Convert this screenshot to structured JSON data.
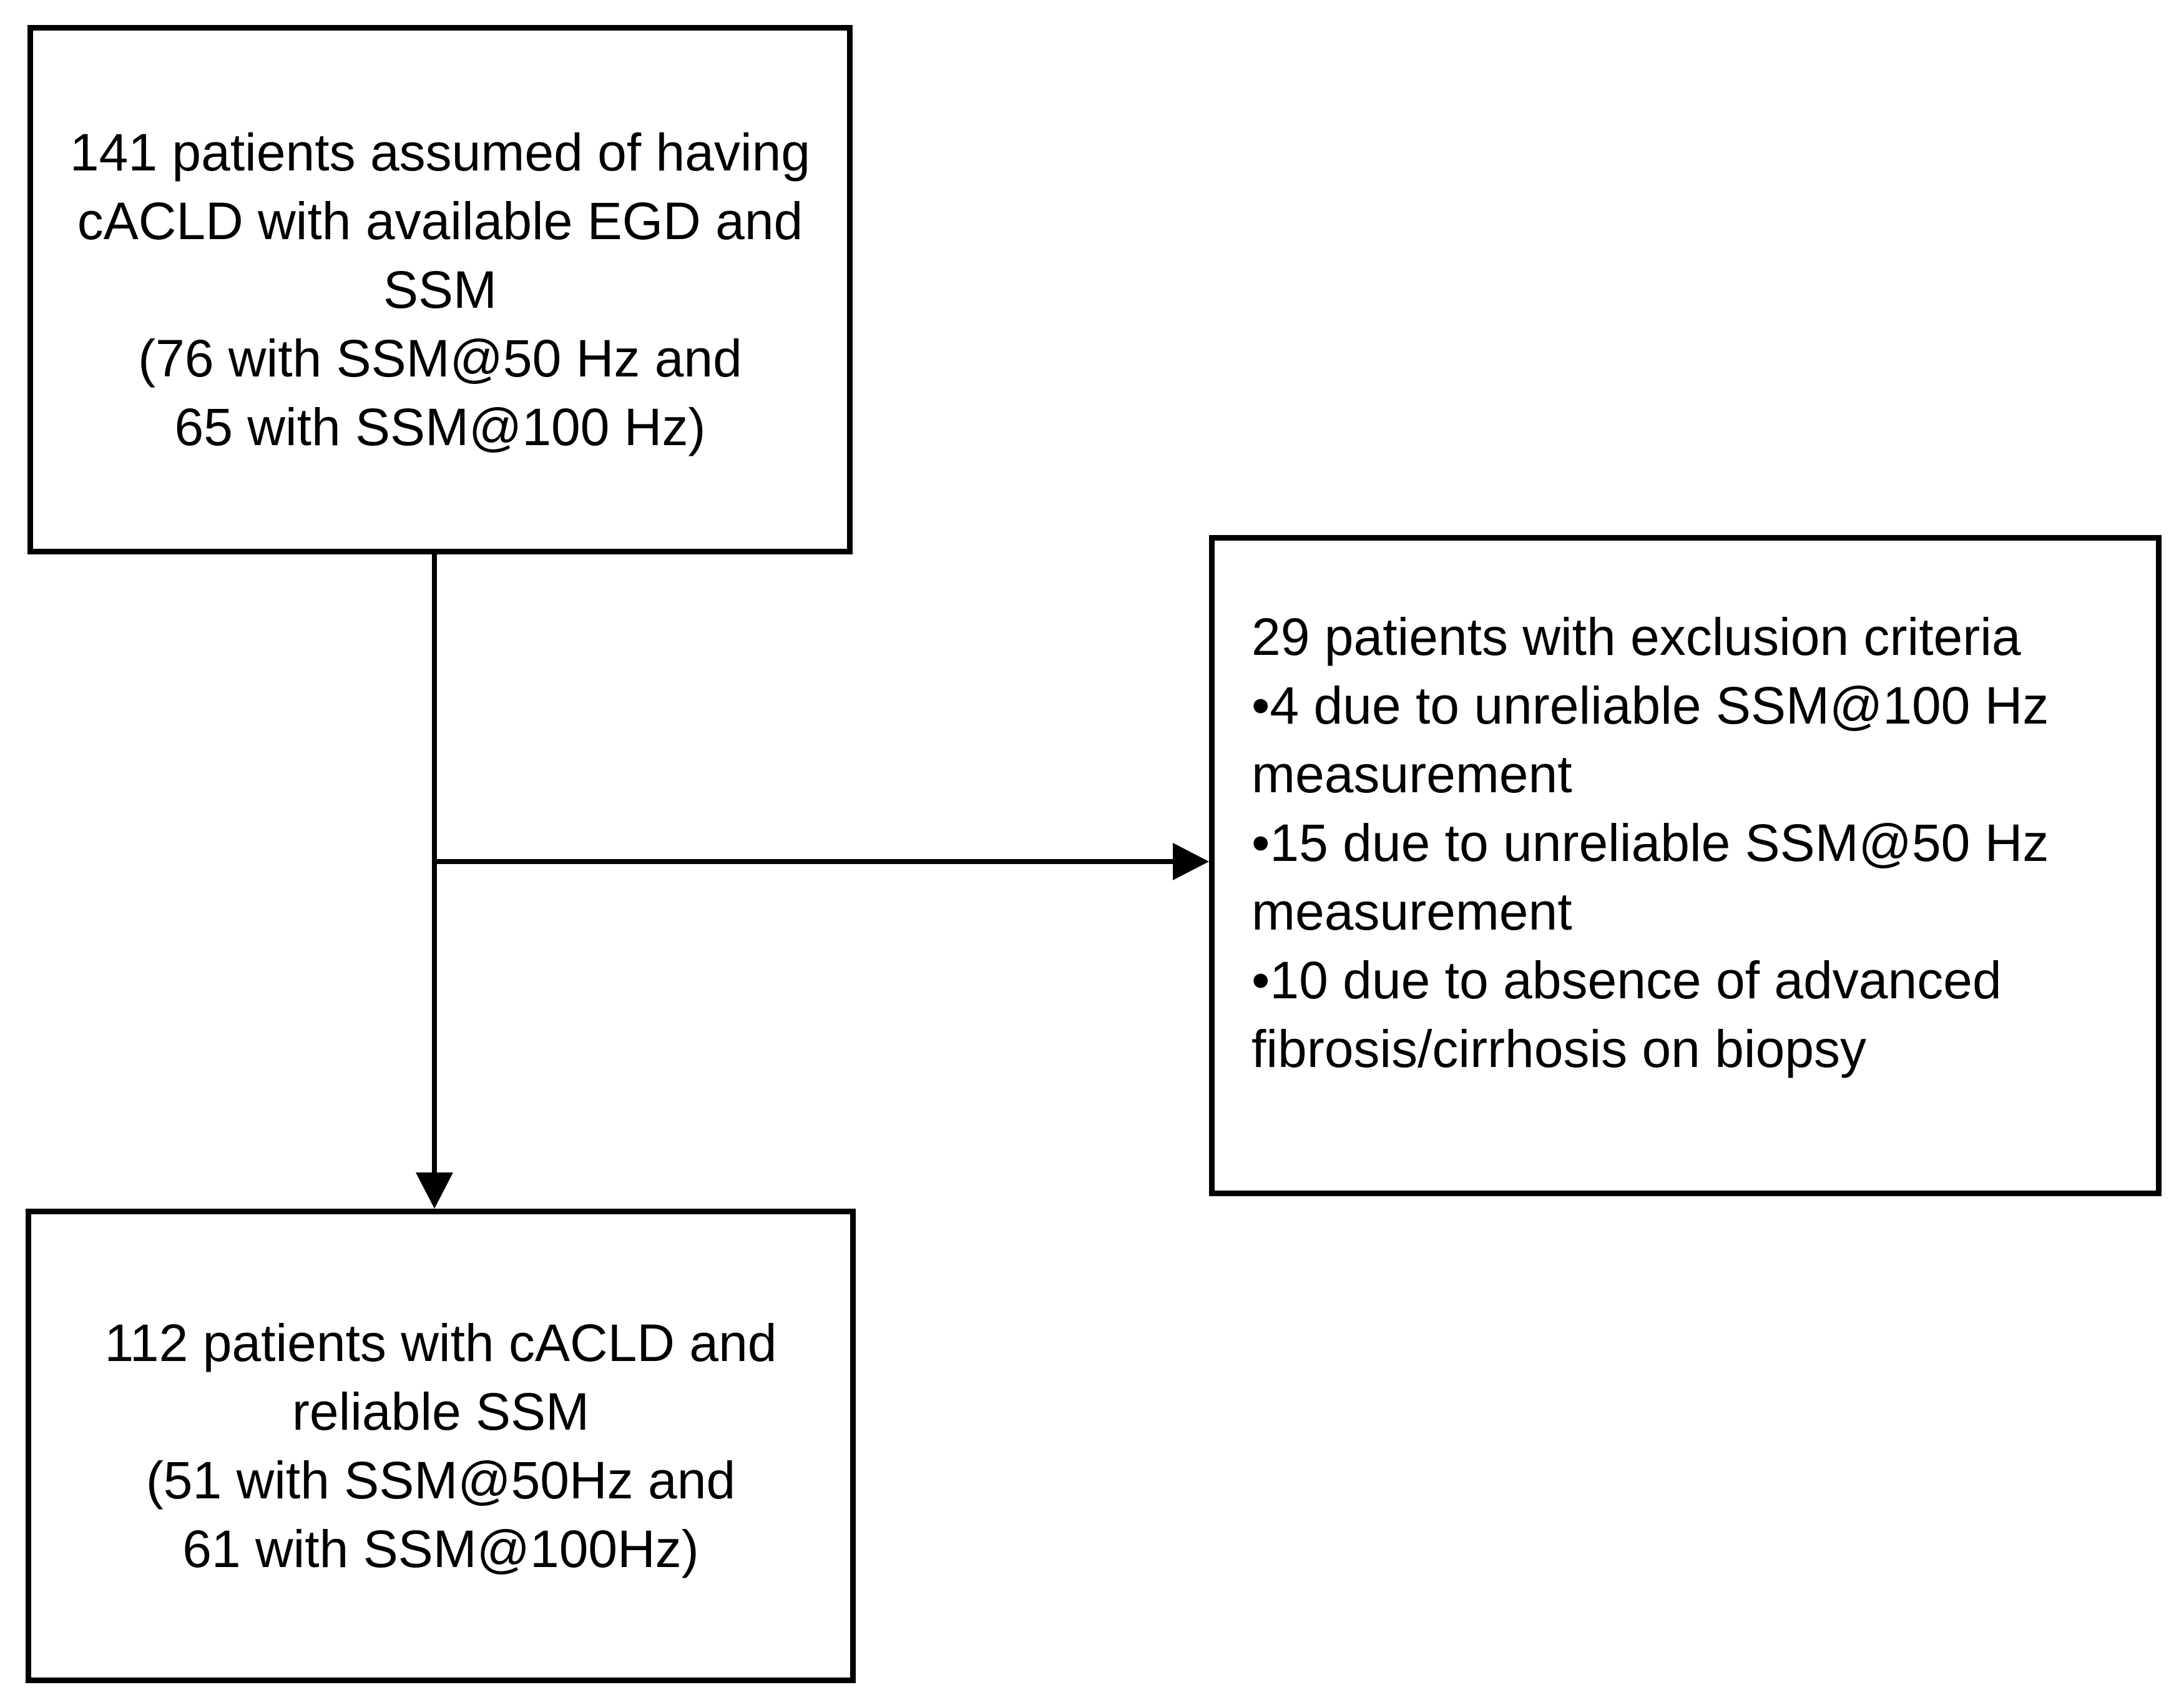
{
  "page": {
    "background_color": "#ffffff",
    "stroke_color": "#000000",
    "text_color": "#000000"
  },
  "flowchart": {
    "box_top": {
      "lines": [
        "141 patients assumed of having",
        "cACLD with available EGD and",
        "SSM",
        "(76 with SSM@50 Hz and",
        "65 with SSM@100 Hz)"
      ]
    },
    "box_exclusion": {
      "lines": [
        "29 patients with exclusion criteria",
        "•4 due to unreliable SSM@100 Hz",
        "measurement",
        "•15 due to unreliable SSM@50 Hz",
        "measurement",
        "•10 due to absence of advanced",
        "fibrosis/cirrhosis on biopsy"
      ]
    },
    "box_bottom": {
      "lines": [
        "112 patients with cACLD and",
        "reliable SSM",
        "(51 with SSM@50Hz and",
        "61 with SSM@100Hz)"
      ]
    },
    "connectors": [
      {
        "from": "box_top",
        "to": "box_bottom",
        "type": "arrow-down"
      },
      {
        "from": "box_top",
        "to": "box_exclusion",
        "type": "arrow-right"
      }
    ]
  }
}
